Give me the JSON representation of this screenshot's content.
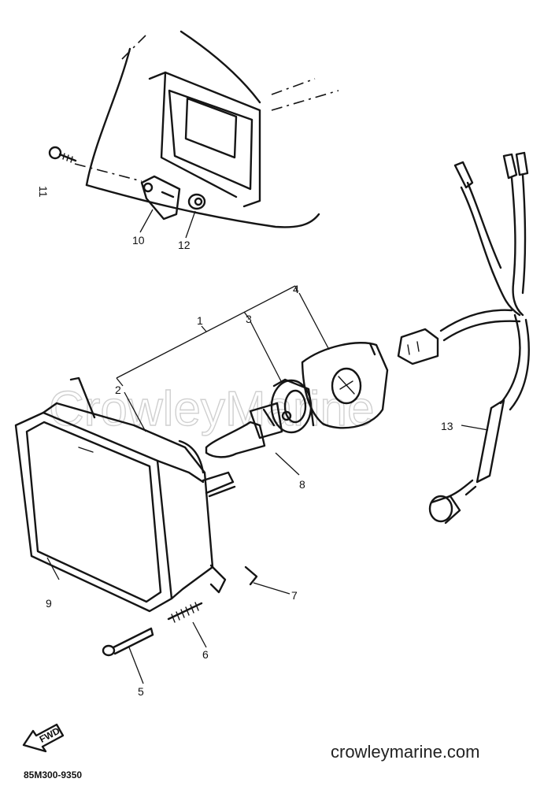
{
  "watermark": "CrowleyMarine",
  "site_url": "crowleymarine.com",
  "diagram_code": "85M300-9350",
  "fwd_label": "FWD",
  "callouts": {
    "c1": "1",
    "c2": "2",
    "c3": "3",
    "c4": "4",
    "c5": "5",
    "c6": "6",
    "c7": "7",
    "c8": "8",
    "c9": "9",
    "c10": "10",
    "c11": "11",
    "c12": "12",
    "c13": "13"
  }
}
